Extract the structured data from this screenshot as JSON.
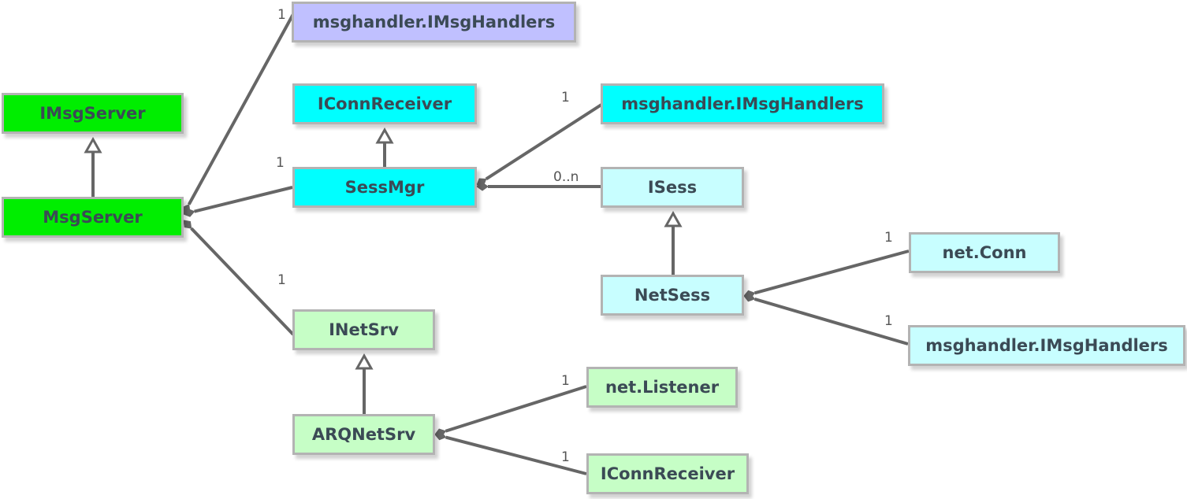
{
  "colors": {
    "green_bright": "#00ee00",
    "green_light": "#c6fec6",
    "cyan_bright": "#00ffff",
    "cyan_light": "#c8feff",
    "lavender": "#c0c0ff",
    "line": "#666666"
  },
  "nodes": [
    {
      "id": "imsgserver",
      "label": "IMsgServer",
      "color": "#00ee00"
    },
    {
      "id": "msgserver",
      "label": "MsgServer",
      "color": "#00ee00"
    },
    {
      "id": "handlers_top",
      "label": "msghandler.IMsgHandlers",
      "color": "#c0c0ff"
    },
    {
      "id": "iconnreceiver_top",
      "label": "IConnReceiver",
      "color": "#00ffff"
    },
    {
      "id": "sessmgr",
      "label": "SessMgr",
      "color": "#00ffff"
    },
    {
      "id": "handlers_mid",
      "label": "msghandler.IMsgHandlers",
      "color": "#00ffff"
    },
    {
      "id": "isess",
      "label": "ISess",
      "color": "#c8feff"
    },
    {
      "id": "netsess",
      "label": "NetSess",
      "color": "#c8feff"
    },
    {
      "id": "netconn",
      "label": "net.Conn",
      "color": "#c8feff"
    },
    {
      "id": "handlers_right",
      "label": "msghandler.IMsgHandlers",
      "color": "#c8feff"
    },
    {
      "id": "inetsrv",
      "label": "INetSrv",
      "color": "#c6fec6"
    },
    {
      "id": "arqnetsrv",
      "label": "ARQNetSrv",
      "color": "#c6fec6"
    },
    {
      "id": "netlistener",
      "label": "net.Listener",
      "color": "#c6fec6"
    },
    {
      "id": "iconnreceiver_bottom",
      "label": "IConnReceiver",
      "color": "#c6fec6"
    }
  ],
  "relations": [
    {
      "type": "realization",
      "from": "msgserver",
      "to": "imsgserver",
      "multiplicity": ""
    },
    {
      "type": "composition",
      "from": "msgserver",
      "to": "handlers_top",
      "multiplicity": "1"
    },
    {
      "type": "composition",
      "from": "msgserver",
      "to": "sessmgr",
      "multiplicity": "1"
    },
    {
      "type": "composition",
      "from": "msgserver",
      "to": "inetsrv",
      "multiplicity": "1"
    },
    {
      "type": "realization",
      "from": "sessmgr",
      "to": "iconnreceiver_top",
      "multiplicity": ""
    },
    {
      "type": "composition",
      "from": "sessmgr",
      "to": "handlers_mid",
      "multiplicity": "1"
    },
    {
      "type": "composition",
      "from": "sessmgr",
      "to": "isess",
      "multiplicity": "0..n"
    },
    {
      "type": "realization",
      "from": "netsess",
      "to": "isess",
      "multiplicity": ""
    },
    {
      "type": "composition",
      "from": "netsess",
      "to": "netconn",
      "multiplicity": "1"
    },
    {
      "type": "composition",
      "from": "netsess",
      "to": "handlers_right",
      "multiplicity": "1"
    },
    {
      "type": "realization",
      "from": "arqnetsrv",
      "to": "inetsrv",
      "multiplicity": ""
    },
    {
      "type": "composition",
      "from": "arqnetsrv",
      "to": "netlistener",
      "multiplicity": "1"
    },
    {
      "type": "composition",
      "from": "arqnetsrv",
      "to": "iconnreceiver_bottom",
      "multiplicity": "1"
    }
  ]
}
